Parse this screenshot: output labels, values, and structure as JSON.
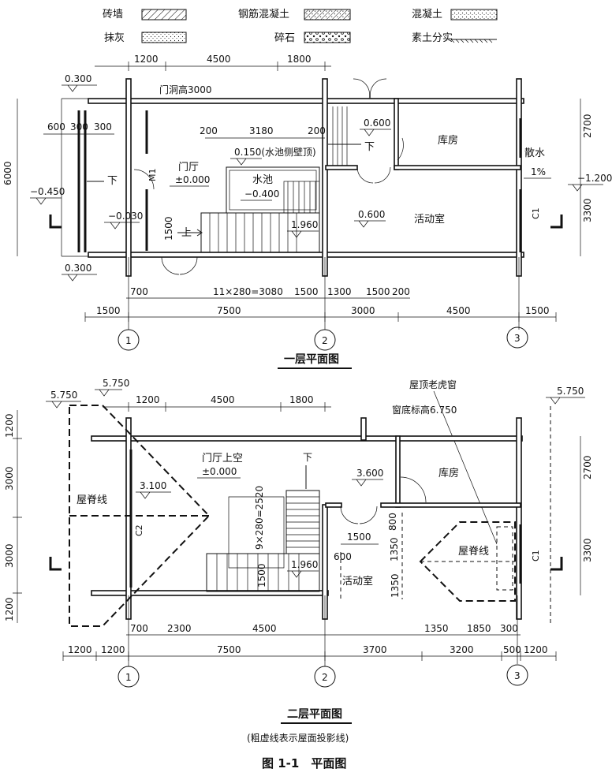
{
  "legend": {
    "brick": "砖墙",
    "rc": "钢筋混凝土",
    "concrete": "混凝土",
    "plaster": "抹灰",
    "gravel": "碎石",
    "soil": "素土分实"
  },
  "floor1": {
    "top_dims": [
      "1200",
      "4500",
      "1800"
    ],
    "left_dims": [
      "600",
      "300",
      "300"
    ],
    "height_6000": "6000",
    "right_2700": "2700",
    "right_3300": "3300",
    "door_height_note": "门洞高3000",
    "lvl_0300_top": "0.300",
    "lvl_0300_bottom": "0.300",
    "lvl_m0450": "−0.450",
    "lvl_m0030": "−0.030",
    "down_left": "下",
    "m1": "M1",
    "hall": "门厅",
    "hall_level": "±0.000",
    "pool_dims": [
      "200",
      "3180",
      "200"
    ],
    "pool_side_top": "0.150(水池侧壁顶)",
    "pool": "水池",
    "pool_level": "−0.400",
    "up": "上",
    "dim_1500_v": "1500",
    "stair_top_level": "1.960",
    "lvl_0600_a": "0.600",
    "down_mid": "下",
    "storeroom": "库房",
    "activity": "活动室",
    "lvl_0600_b": "0.600",
    "apron": "散水",
    "slope": "1%",
    "lvl_m1200": "−1.200",
    "c1": "C1",
    "bottom_dims_row1": [
      "700",
      "11×280=3080",
      "1500",
      "1300",
      "1500",
      "200"
    ],
    "axis_dims": [
      "1500",
      "7500",
      "3000",
      "4500",
      "1500"
    ],
    "axes": [
      "1",
      "2",
      "3"
    ],
    "title": "一层平面图"
  },
  "floor2": {
    "lvl_5750_a": "5.750",
    "lvl_5750_b": "5.750",
    "lvl_5750_c": "5.750",
    "dormer_label": "屋顶老虎窗",
    "sill_note": "窗底标高6.750",
    "top_dims": [
      "1200",
      "4500",
      "1800"
    ],
    "left_dims": [
      "1200",
      "3000",
      "3000",
      "1200"
    ],
    "right_2700": "2700",
    "right_3300": "3300",
    "hall_void": "门厅上空",
    "hall_level": "±0.000",
    "down": "下",
    "lvl_3100": "3.100",
    "ridge_left": "屋脊线",
    "c2": "C2",
    "stair_run": "9×280=2520",
    "dim_1500_v": "1500",
    "stair_level": "1.960",
    "lvl_3600": "3.600",
    "storeroom": "库房",
    "dim_800": "800",
    "dim_1500_h": "1500",
    "dim_1350_a": "1350",
    "dim_600": "600",
    "dim_1350_b": "1350",
    "ridge_right": "屋脊线",
    "activity": "活动室",
    "c1": "C1",
    "bottom_dims_row1": [
      "700",
      "2300",
      "4500",
      "1350",
      "1850",
      "300"
    ],
    "axis_dims": [
      "1200",
      "1200",
      "7500",
      "3700",
      "3200",
      "500",
      "1200"
    ],
    "axes": [
      "1",
      "2",
      "3"
    ],
    "title": "二层平面图",
    "subtitle": "(粗虚线表示屋面投影线)"
  },
  "caption": "图 1-1　平面图"
}
